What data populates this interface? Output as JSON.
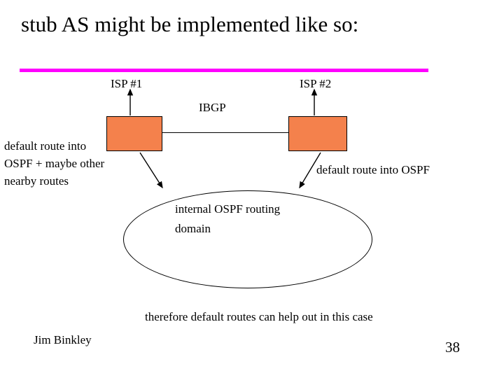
{
  "slide": {
    "title": "stub AS might be implemented like so:",
    "accent_color": "#ff00ff",
    "router_color": "#f4814c",
    "labels": {
      "isp1": "ISP #1",
      "isp2": "ISP #2",
      "ibgp": "IBGP",
      "left_annotation": "default route into OSPF + maybe other nearby routes",
      "right_annotation": "default route into OSPF",
      "ospf_domain": "internal OSPF routing domain",
      "bottom_note": "therefore default routes can help out in this case"
    },
    "footer": {
      "author": "Jim Binkley",
      "page_number": "38"
    }
  }
}
